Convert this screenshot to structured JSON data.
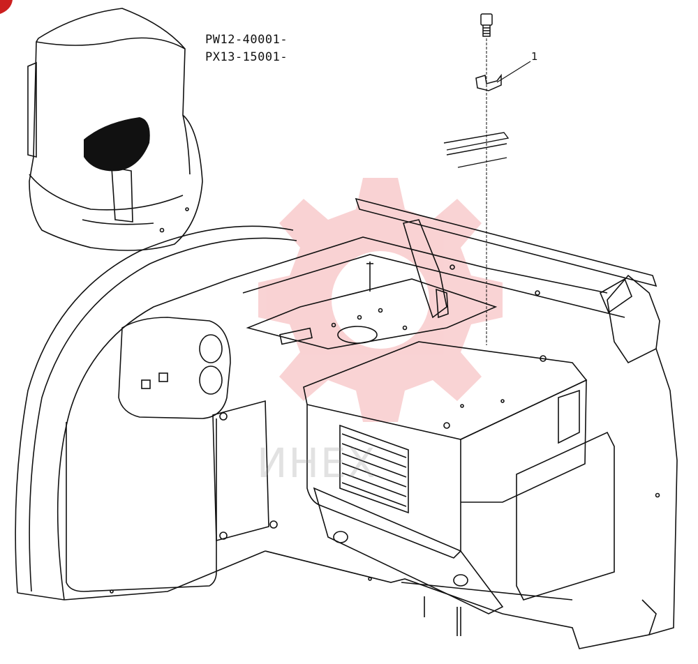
{
  "serial_ranges": [
    "PW12-40001-",
    "PX13-15001-"
  ],
  "callouts": [
    {
      "number": "1",
      "part": "clip"
    }
  ],
  "watermark": {
    "text": "ИНЕХ",
    "color": "#e5383b"
  },
  "colors": {
    "line": "#111111",
    "background": "#ffffff",
    "corner_mark": "#cc1f1f"
  }
}
